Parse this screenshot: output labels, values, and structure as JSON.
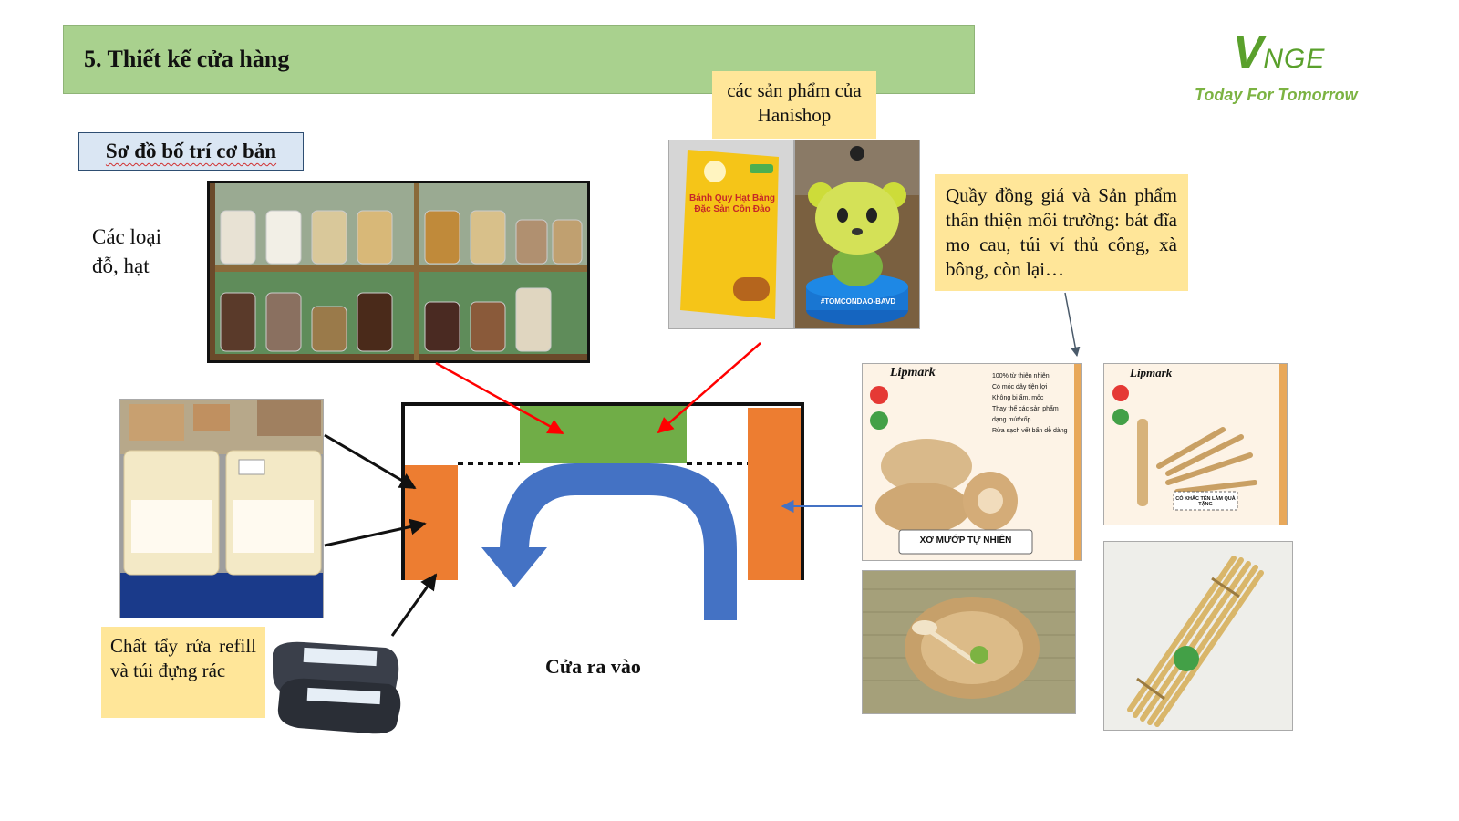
{
  "slide": {
    "title": "5. Thiết kế cửa hàng",
    "subtitle": "Sơ đồ bố trí cơ bản",
    "logo": {
      "mark_v": "V",
      "mark_rest": "NGE",
      "tagline": "Today For Tomorrow"
    },
    "labels": {
      "nuts": "Các loại đỗ, hạt",
      "hanishop": "các sản phẩm của Hanishop",
      "eco": "Quầy đồng giá và Sản phẩm thân thiện môi trường: bát đĩa mo cau, túi ví thủ công, xà bông, còn lại…",
      "detergent": "Chất tẩy rửa refill và túi đựng rác",
      "door": "Cửa ra vào"
    },
    "photos": {
      "cookie_box_line1": "Bánh Quy Hạt Bàng",
      "cookie_box_line2": "Đặc Sản Côn Đảo",
      "figure_base": "#TOMCONDAO-BAVD",
      "loofah_brand": "Lipmark",
      "loofah_caption": "XƠ MƯỚP TỰ NHIÊN",
      "loofah_points": [
        "100% từ thiên nhiên",
        "Có móc dây tiện lợi",
        "Không bị ẩm, mốc",
        "Thay thế các sản phẩm dạng mút/xốp",
        "Rửa sạch vết bẩn dễ dàng"
      ],
      "toothbrush_brand": "Lipmark",
      "toothbrush_caption": "CÓ KHẮC TÊN LÀM QUÀ TẶNG"
    }
  },
  "colors": {
    "banner": "#a9d18e",
    "note": "#ffe699",
    "counter_orange": "#ed7d31",
    "counter_green": "#70ad47",
    "flow_arrow": "#4472c4",
    "pointer_red": "#ff0000"
  }
}
